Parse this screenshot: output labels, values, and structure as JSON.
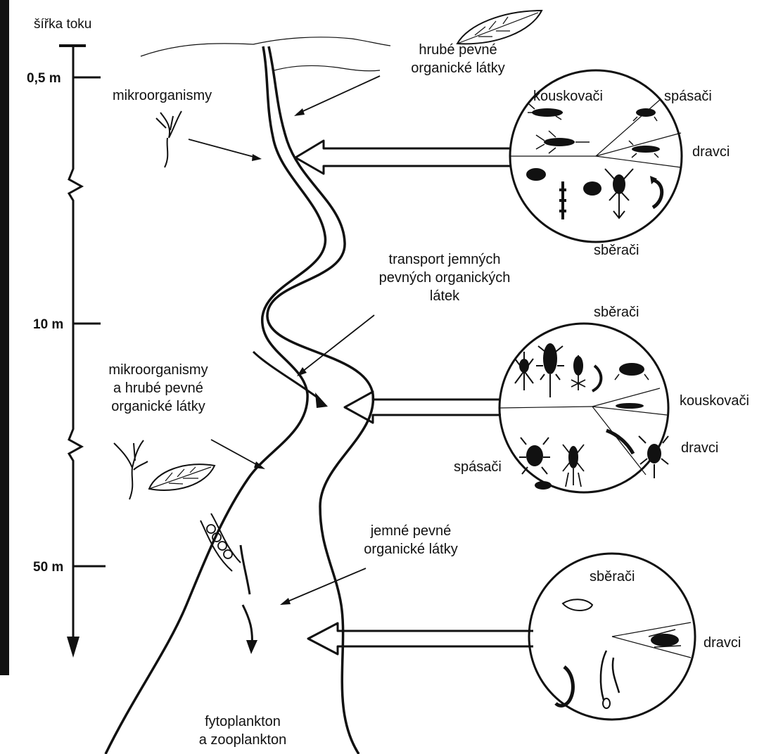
{
  "scale": {
    "title": "šířka toku",
    "ticks": [
      "0,5 m",
      "10 m",
      "50 m"
    ]
  },
  "labels": {
    "coarse_top": [
      "hrubé pevné",
      "organické látky"
    ],
    "micro_top": "mikroorganismy",
    "transport": [
      "transport jemných",
      "pevných organických",
      "látek"
    ],
    "micro_coarse": [
      "mikroorganismy",
      "a hrubé pevné",
      "organické látky"
    ],
    "fine": [
      "jemné pevné",
      "organické látky"
    ],
    "plankton": [
      "fytoplankton",
      "a zooplankton"
    ]
  },
  "circles": {
    "upper": {
      "sectors": [
        "kouskovači",
        "spásači",
        "dravci",
        "sběrači"
      ]
    },
    "middle": {
      "sectors": [
        "sběrači",
        "kouskovači",
        "dravci",
        "spásači"
      ]
    },
    "lower": {
      "sectors": [
        "sběrači",
        "dravci"
      ]
    }
  },
  "colors": {
    "ink": "#111111",
    "paper": "#ffffff"
  }
}
